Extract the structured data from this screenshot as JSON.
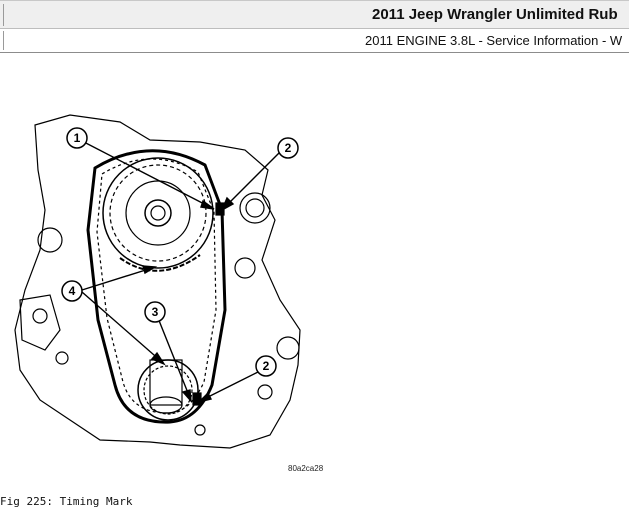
{
  "header": {
    "title": "2011 Jeep Wrangler Unlimited Rub",
    "subtitle": "2011 ENGINE 3.8L - Service Information - W"
  },
  "figure": {
    "callouts": [
      "1",
      "2",
      "4",
      "3",
      "2"
    ],
    "code": "80a2ca28"
  },
  "caption": "Fig 225: Timing Mark"
}
